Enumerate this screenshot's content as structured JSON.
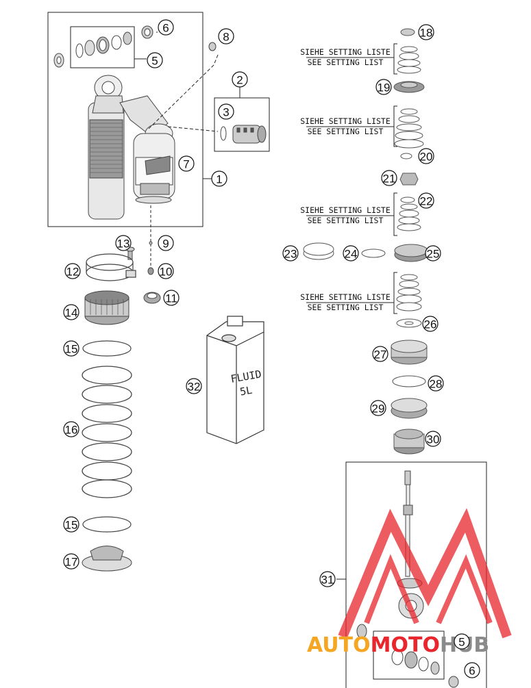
{
  "callouts": [
    {
      "id": "1",
      "label": "1"
    },
    {
      "id": "2",
      "label": "2"
    },
    {
      "id": "3",
      "label": "3"
    },
    {
      "id": "5",
      "label": "5"
    },
    {
      "id": "6",
      "label": "6"
    },
    {
      "id": "7",
      "label": "7"
    },
    {
      "id": "8",
      "label": "8"
    },
    {
      "id": "9",
      "label": "9"
    },
    {
      "id": "10",
      "label": "10"
    },
    {
      "id": "11",
      "label": "11"
    },
    {
      "id": "12",
      "label": "12"
    },
    {
      "id": "13",
      "label": "13"
    },
    {
      "id": "14",
      "label": "14"
    },
    {
      "id": "15a",
      "label": "15"
    },
    {
      "id": "15b",
      "label": "15"
    },
    {
      "id": "16",
      "label": "16"
    },
    {
      "id": "17",
      "label": "17"
    },
    {
      "id": "18",
      "label": "18"
    },
    {
      "id": "19",
      "label": "19"
    },
    {
      "id": "20",
      "label": "20"
    },
    {
      "id": "21",
      "label": "21"
    },
    {
      "id": "22",
      "label": "22"
    },
    {
      "id": "23",
      "label": "23"
    },
    {
      "id": "24",
      "label": "24"
    },
    {
      "id": "25",
      "label": "25"
    },
    {
      "id": "26",
      "label": "26"
    },
    {
      "id": "27",
      "label": "27"
    },
    {
      "id": "28",
      "label": "28"
    },
    {
      "id": "29",
      "label": "29"
    },
    {
      "id": "30",
      "label": "30"
    },
    {
      "id": "31",
      "label": "31"
    },
    {
      "id": "32",
      "label": "32"
    },
    {
      "id": "5b",
      "label": "5"
    },
    {
      "id": "6b",
      "label": "6"
    }
  ],
  "setting_notes": [
    {
      "de": "SIEHE SETTING LISTE",
      "en": "SEE SETTING LIST"
    },
    {
      "de": "SIEHE SETTING LISTE",
      "en": "SEE SETTING LIST"
    },
    {
      "de": "SIEHE SETTING LISTE",
      "en": "SEE SETTING LIST"
    },
    {
      "de": "SIEHE SETTING LISTE",
      "en": "SEE SETTING LIST"
    }
  ],
  "fluid_can": {
    "line1": "FLUID",
    "line2": "5L"
  },
  "watermark": {
    "part1": "AUTO",
    "part2": "MOTO",
    "part3": "HUB",
    "color_red": "#e8262d",
    "color_orange": "#f5a623",
    "color_grey": "#8a8a8a"
  }
}
